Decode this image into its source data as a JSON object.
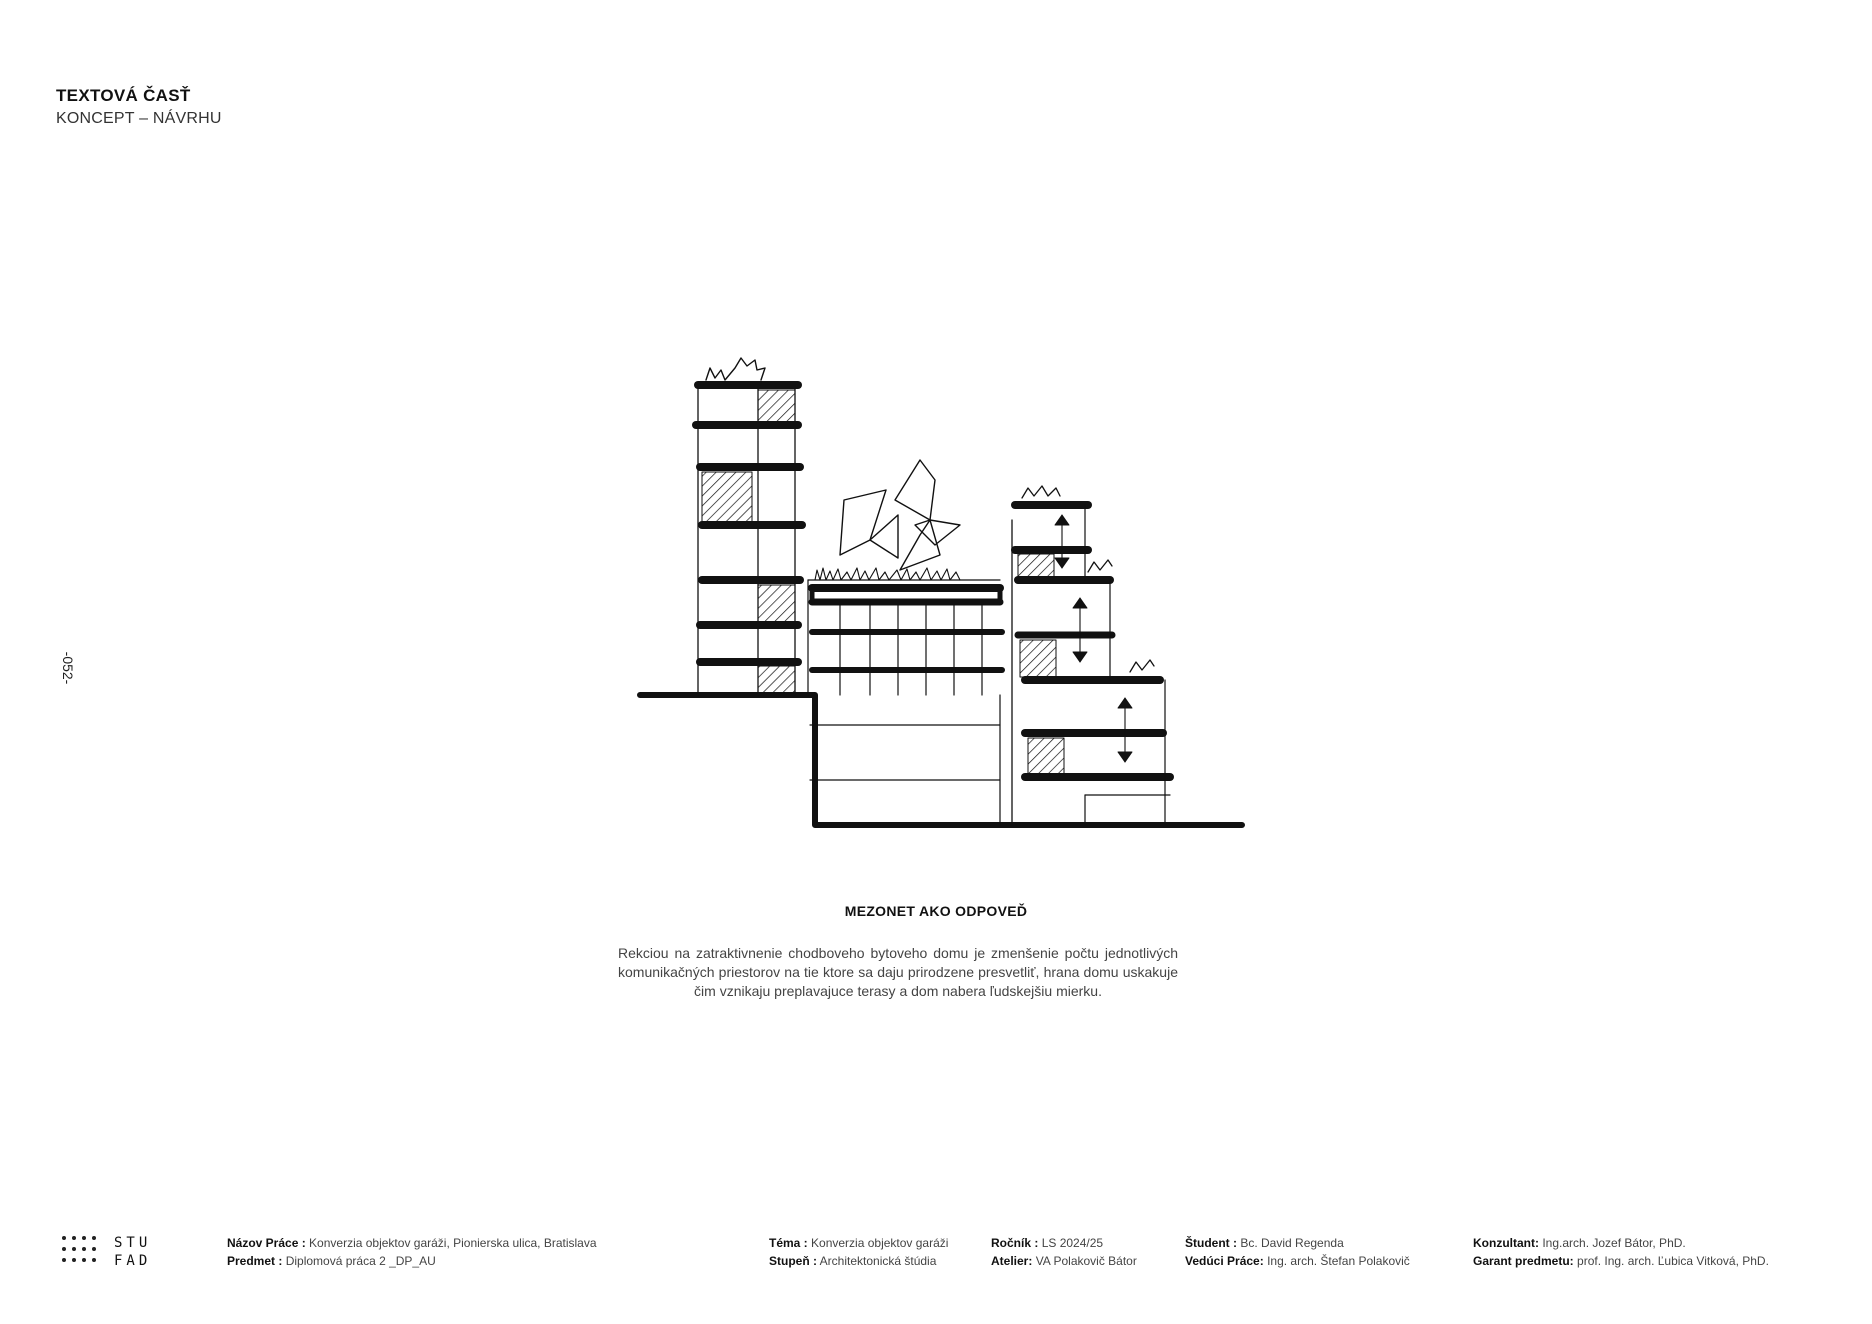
{
  "header": {
    "title": "TEXTOVÁ ČASŤ",
    "subtitle": "KONCEPT – NÁVRHU"
  },
  "page_number": "-052-",
  "caption": {
    "title": "MEZONET AKO ODPOVEĎ",
    "text": "Rekciou na zatraktivnenie chodboveho bytoveho domu je zmenšenie počtu jednotlivých komunikačných priestorov na tie ktore sa daju prirodzene presvetliť, hrana domu uskakuje čim vznikaju preplavajuce terasy a dom nabera ľudskejšiu mierku."
  },
  "logo": {
    "line1": "STU",
    "line2": "FAD"
  },
  "footer": {
    "nazov_label": "Názov Práce :",
    "nazov_value": "Konverzia objektov garáži, Pionierska ulica, Bratislava",
    "predmet_label": "Predmet :",
    "predmet_value": "Diplomová práca 2 _DP_AU",
    "tema_label": "Téma :",
    "tema_value": "Konverzia objektov garáži",
    "stupen_label": "Stupeň :",
    "stupen_value": "Architektonická štúdia",
    "rocnik_label": "Ročník :",
    "rocnik_value": "LS 2024/25",
    "atelier_label": "Atelier:",
    "atelier_value": "VA Polakovič Bátor",
    "student_label": "Študent :",
    "student_value": "Bc. David Regenda",
    "veduci_label": "Vedúci Práce:",
    "veduci_value": "Ing. arch. Štefan Polakovič",
    "konzultant_label": "Konzultant:",
    "konzultant_value": "Ing.arch. Jozef Bátor, PhD.",
    "garant_label": "Garant predmetu:",
    "garant_value": "prof. Ing. arch. Ľubica Vitková, PhD."
  },
  "colors": {
    "ink": "#111111",
    "text_gray": "#444444",
    "background": "#ffffff"
  }
}
